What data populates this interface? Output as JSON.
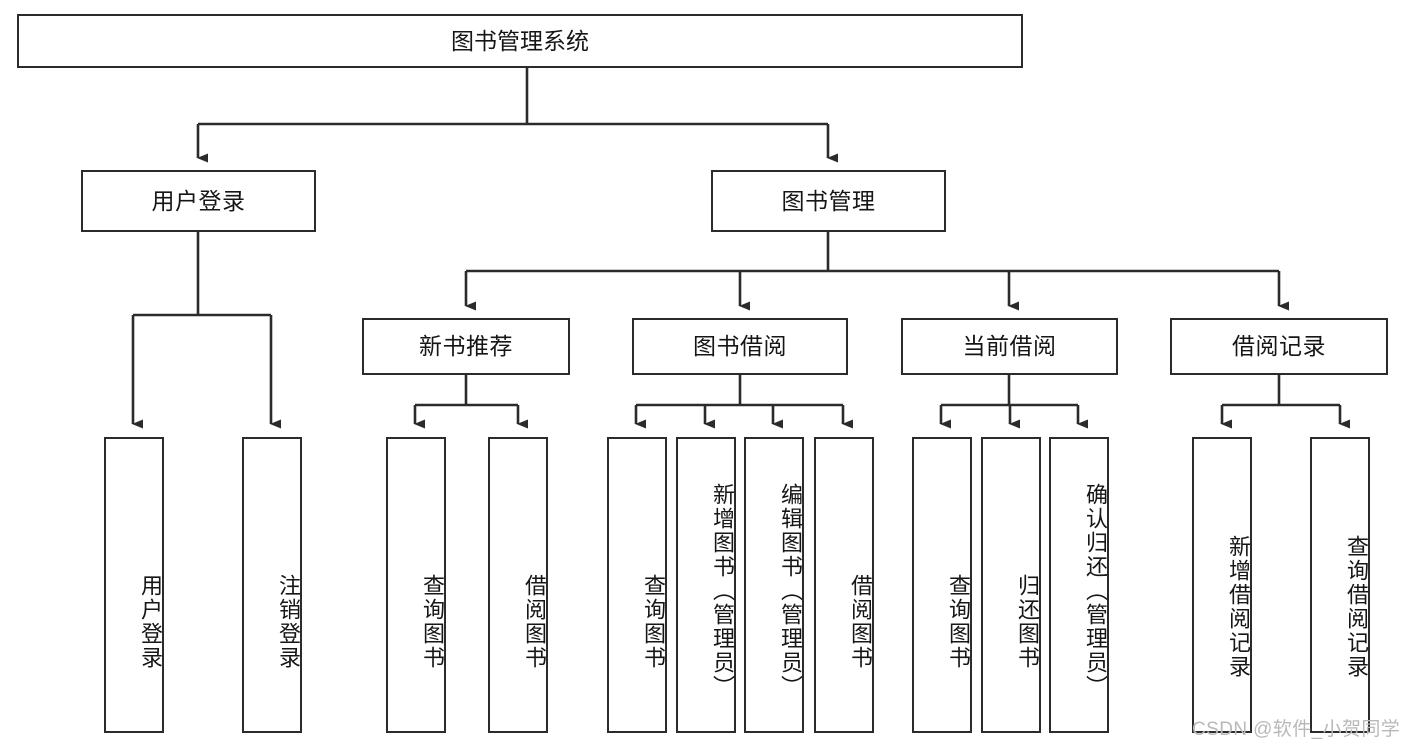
{
  "diagram": {
    "type": "tree-hierarchy",
    "title": "图书管理系统",
    "root": {
      "id": "root",
      "label": "图书管理系统",
      "orientation": "horizontal"
    },
    "level2": [
      {
        "id": "user-login",
        "label": "用户登录",
        "orientation": "horizontal"
      },
      {
        "id": "book-manage",
        "label": "图书管理",
        "orientation": "horizontal"
      }
    ],
    "level3": [
      {
        "id": "new-book-recommend",
        "label": "新书推荐",
        "orientation": "horizontal",
        "parent": "book-manage"
      },
      {
        "id": "book-borrow",
        "label": "图书借阅",
        "orientation": "horizontal",
        "parent": "book-manage"
      },
      {
        "id": "current-borrow",
        "label": "当前借阅",
        "orientation": "horizontal",
        "parent": "book-manage"
      },
      {
        "id": "borrow-record",
        "label": "借阅记录",
        "orientation": "horizontal",
        "parent": "book-manage"
      }
    ],
    "leaves": [
      {
        "id": "leaf-user-login",
        "label": "用户登录",
        "parent": "user-login"
      },
      {
        "id": "leaf-user-logout",
        "label": "注销登录",
        "parent": "user-login"
      },
      {
        "id": "leaf-query-book-1",
        "label": "查询图书",
        "parent": "new-book-recommend"
      },
      {
        "id": "leaf-borrow-book-1",
        "label": "借阅图书",
        "parent": "new-book-recommend"
      },
      {
        "id": "leaf-query-book-2",
        "label": "查询图书",
        "parent": "book-borrow"
      },
      {
        "id": "leaf-add-book",
        "label": "新增图书（管理员）",
        "parent": "book-borrow"
      },
      {
        "id": "leaf-edit-book",
        "label": "编辑图书（管理员）",
        "parent": "book-borrow"
      },
      {
        "id": "leaf-borrow-book-2",
        "label": "借阅图书",
        "parent": "book-borrow"
      },
      {
        "id": "leaf-query-book-3",
        "label": "查询图书",
        "parent": "current-borrow"
      },
      {
        "id": "leaf-return-book",
        "label": "归还图书",
        "parent": "current-borrow"
      },
      {
        "id": "leaf-confirm-return",
        "label": "确认归还（管理员）",
        "parent": "current-borrow"
      },
      {
        "id": "leaf-add-record",
        "label": "新增借阅记录",
        "parent": "borrow-record"
      },
      {
        "id": "leaf-query-record",
        "label": "查询借阅记录",
        "parent": "borrow-record"
      }
    ],
    "colors": {
      "stroke": "#2b2b2b",
      "fill": "#ffffff",
      "text": "#161616",
      "watermark": "#b9b9b9"
    }
  },
  "watermark": {
    "text": "CSDN @软件_小贺同学"
  }
}
